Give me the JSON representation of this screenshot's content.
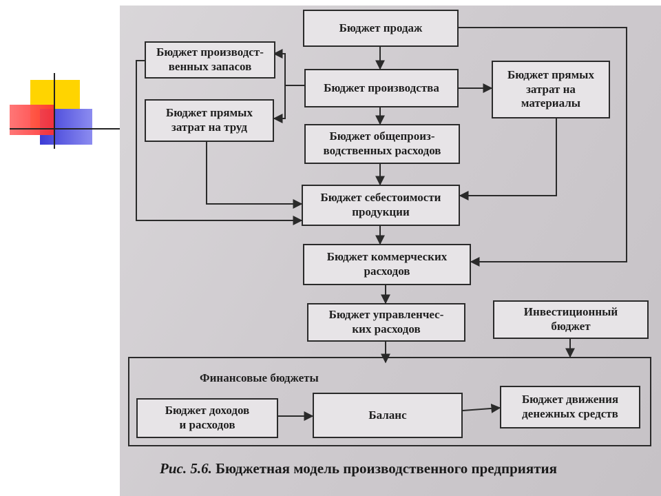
{
  "diagram": {
    "nodes": {
      "sales": "Бюджет продаж",
      "inventory": "Бюджет производст-\nвенных запасов",
      "production": "Бюджет производства",
      "materials": "Бюджет прямых\nзатрат на\nматериалы",
      "labor": "Бюджет прямых\nзатрат на труд",
      "overhead": "Бюджет общепроиз-\nводственных расходов",
      "cogs": "Бюджет себестоимости\nпродукции",
      "selling": "Бюджет коммерческих\nрасходов",
      "admin": "Бюджет управленчес-\nких расходов",
      "investment": "Инвестиционный\nбюджет",
      "income": "Бюджет доходов\nи расходов",
      "balance": "Баланс",
      "cashflow": "Бюджет движения\nденежных средств"
    },
    "financial_group_title": "Финансовые бюджеты",
    "caption_prefix": "Рис. 5.6.",
    "caption_text": " Бюджетная модель производственного предприятия"
  },
  "colors": {
    "photo_background": "#cfcbcf",
    "box_fill": "#e7e4e7",
    "line": "#2a2a2a",
    "deco_yellow": "#ffd400",
    "deco_red": "#ff3b3b",
    "deco_blue": "#3b3bd6"
  }
}
